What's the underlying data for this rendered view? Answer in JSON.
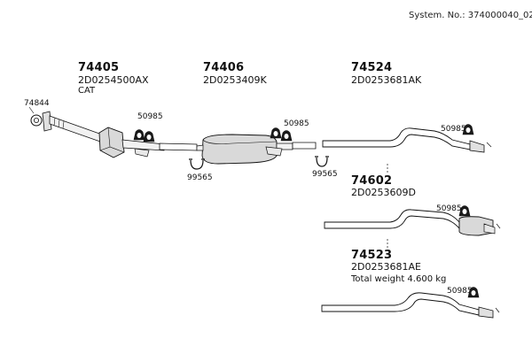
{
  "system_number": "System. No.: 374000040_02",
  "groups": [
    {
      "part": "74405",
      "oem": "2D0254500AX",
      "note": "CAT"
    },
    {
      "part": "74406",
      "oem": "2D0253409K"
    },
    {
      "part": "74524",
      "oem": "2D0253681AK"
    },
    {
      "part": "74602",
      "oem": "2D0253609D"
    },
    {
      "part": "74523",
      "oem": "2D0253681AE",
      "note": "Total weight 4.600 kg"
    }
  ],
  "callouts": {
    "flange_gasket": "74844",
    "clamp_1": "99565",
    "clamp_2": "99565",
    "hanger_1": "50985",
    "hanger_2": "50985",
    "hanger_3": "50985",
    "hanger_4": "50985",
    "hanger_5": "50985"
  },
  "colors": {
    "line": "#111111",
    "pipe_fill": "#f2f2f2",
    "part_fill": "#d9d9d9"
  }
}
